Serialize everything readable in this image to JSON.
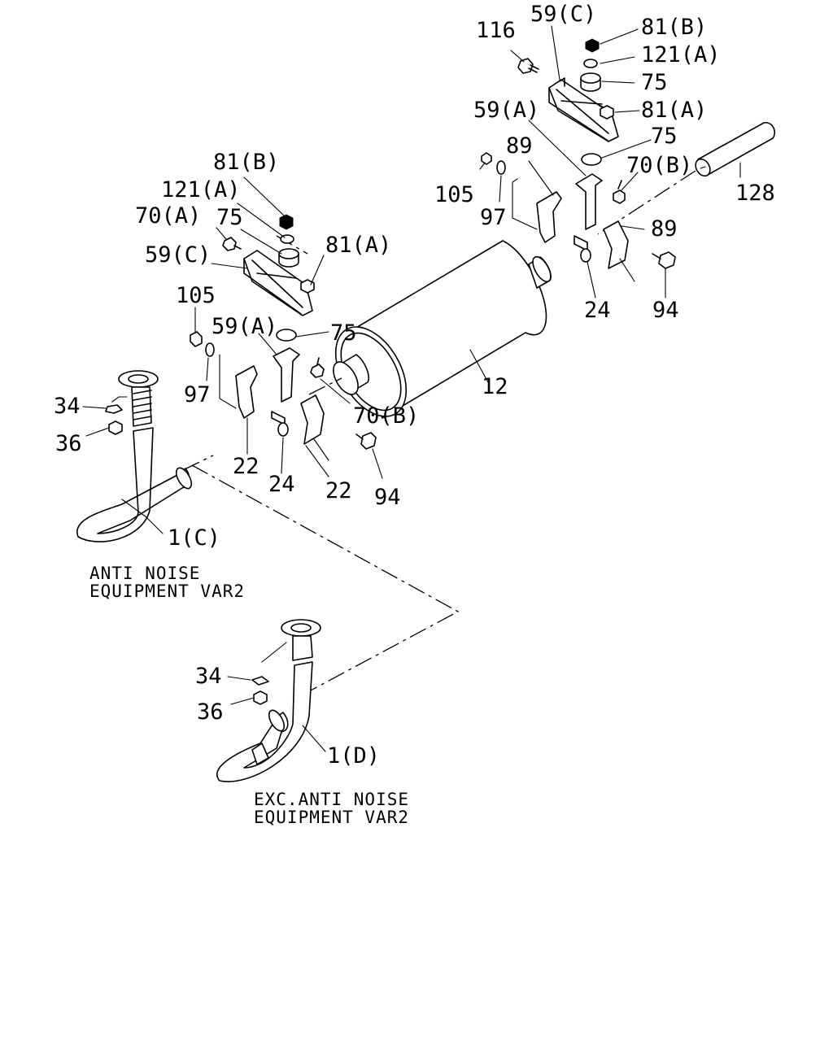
{
  "parts": {
    "p116": "116",
    "p59c_r": "59(C)",
    "p81b_r": "81(B)",
    "p121a_r": "121(A)",
    "p75_r1": "75",
    "p59a_r": "59(A)",
    "p81a_r": "81(A)",
    "p75_r2": "75",
    "p89_r1": "89",
    "p70b_r": "70(B)",
    "p105_r": "105",
    "p97_r": "97",
    "p128": "128",
    "p89_r2": "89",
    "p24_r": "24",
    "p94_r": "94",
    "p81b_l": "81(B)",
    "p121a_l": "121(A)",
    "p70a_l": "70(A)",
    "p75_l1": "75",
    "p59c_l": "59(C)",
    "p81a_l": "81(A)",
    "p105_l": "105",
    "p75_l2": "75",
    "p59a_l": "59(A)",
    "p97_l": "97",
    "p12": "12",
    "p70b_l": "70(B)",
    "p34_a": "34",
    "p36_a": "36",
    "p22_a": "22",
    "p24_l": "24",
    "p22_b": "22",
    "p94_l": "94",
    "p1c": "1(C)",
    "p34_b": "34",
    "p36_b": "36",
    "p1d": "1(D)"
  },
  "notes": {
    "anti_line1": "ANTI NOISE",
    "anti_line2": "EQUIPMENT VAR2",
    "exc_line1": "EXC.ANTI NOISE",
    "exc_line2": "EQUIPMENT VAR2"
  }
}
